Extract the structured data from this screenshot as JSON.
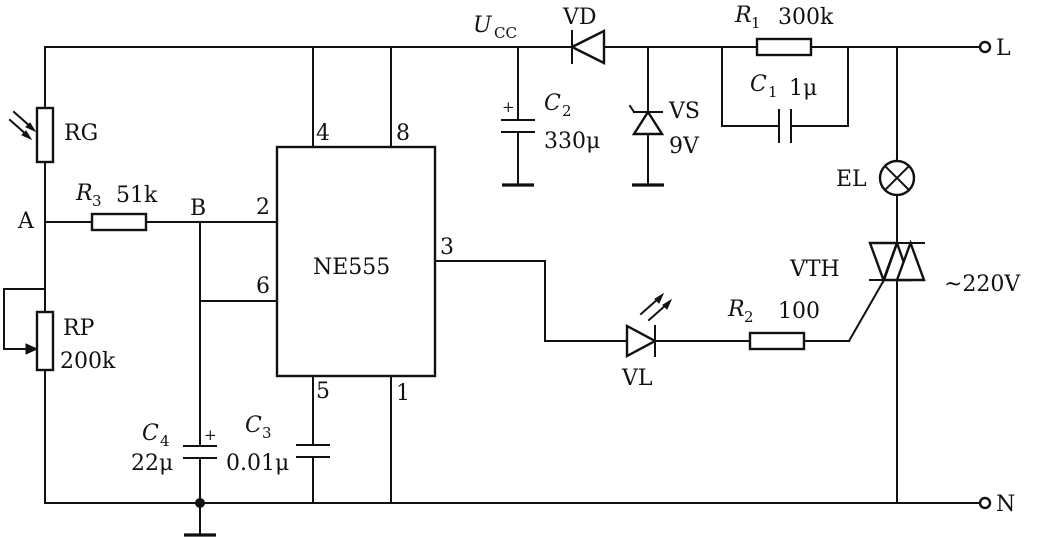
{
  "labels": {
    "ucc_main": "U",
    "ucc_sub": "CC",
    "vd": "VD",
    "r1_name": "R",
    "r1_sub": "1",
    "r1_value": "300k",
    "c1_name": "C",
    "c1_sub": "1",
    "c1_value": "1μ",
    "c2_name": "C",
    "c2_sub": "2",
    "c2_value": "330μ",
    "c2_plus": "+",
    "vs": "VS",
    "vs_value": "9V",
    "terminal_l": "L",
    "terminal_n": "N",
    "rg": "RG",
    "r3_name": "R",
    "r3_sub": "3",
    "r3_value": "51k",
    "node_a": "A",
    "node_b": "B",
    "rp": "RP",
    "rp_value": "200k",
    "chip": "NE555",
    "pin4": "4",
    "pin8": "8",
    "pin2": "2",
    "pin6": "6",
    "pin3": "3",
    "pin5": "5",
    "pin1": "1",
    "c4_name": "C",
    "c4_sub": "4",
    "c4_value": "22μ",
    "c4_plus": "+",
    "c3_name": "C",
    "c3_sub": "3",
    "c3_value": "0.01μ",
    "el": "EL",
    "vth": "VTH",
    "mains": "~220V",
    "vl": "VL",
    "r2_name": "R",
    "r2_sub": "2",
    "r2_value": "100"
  }
}
